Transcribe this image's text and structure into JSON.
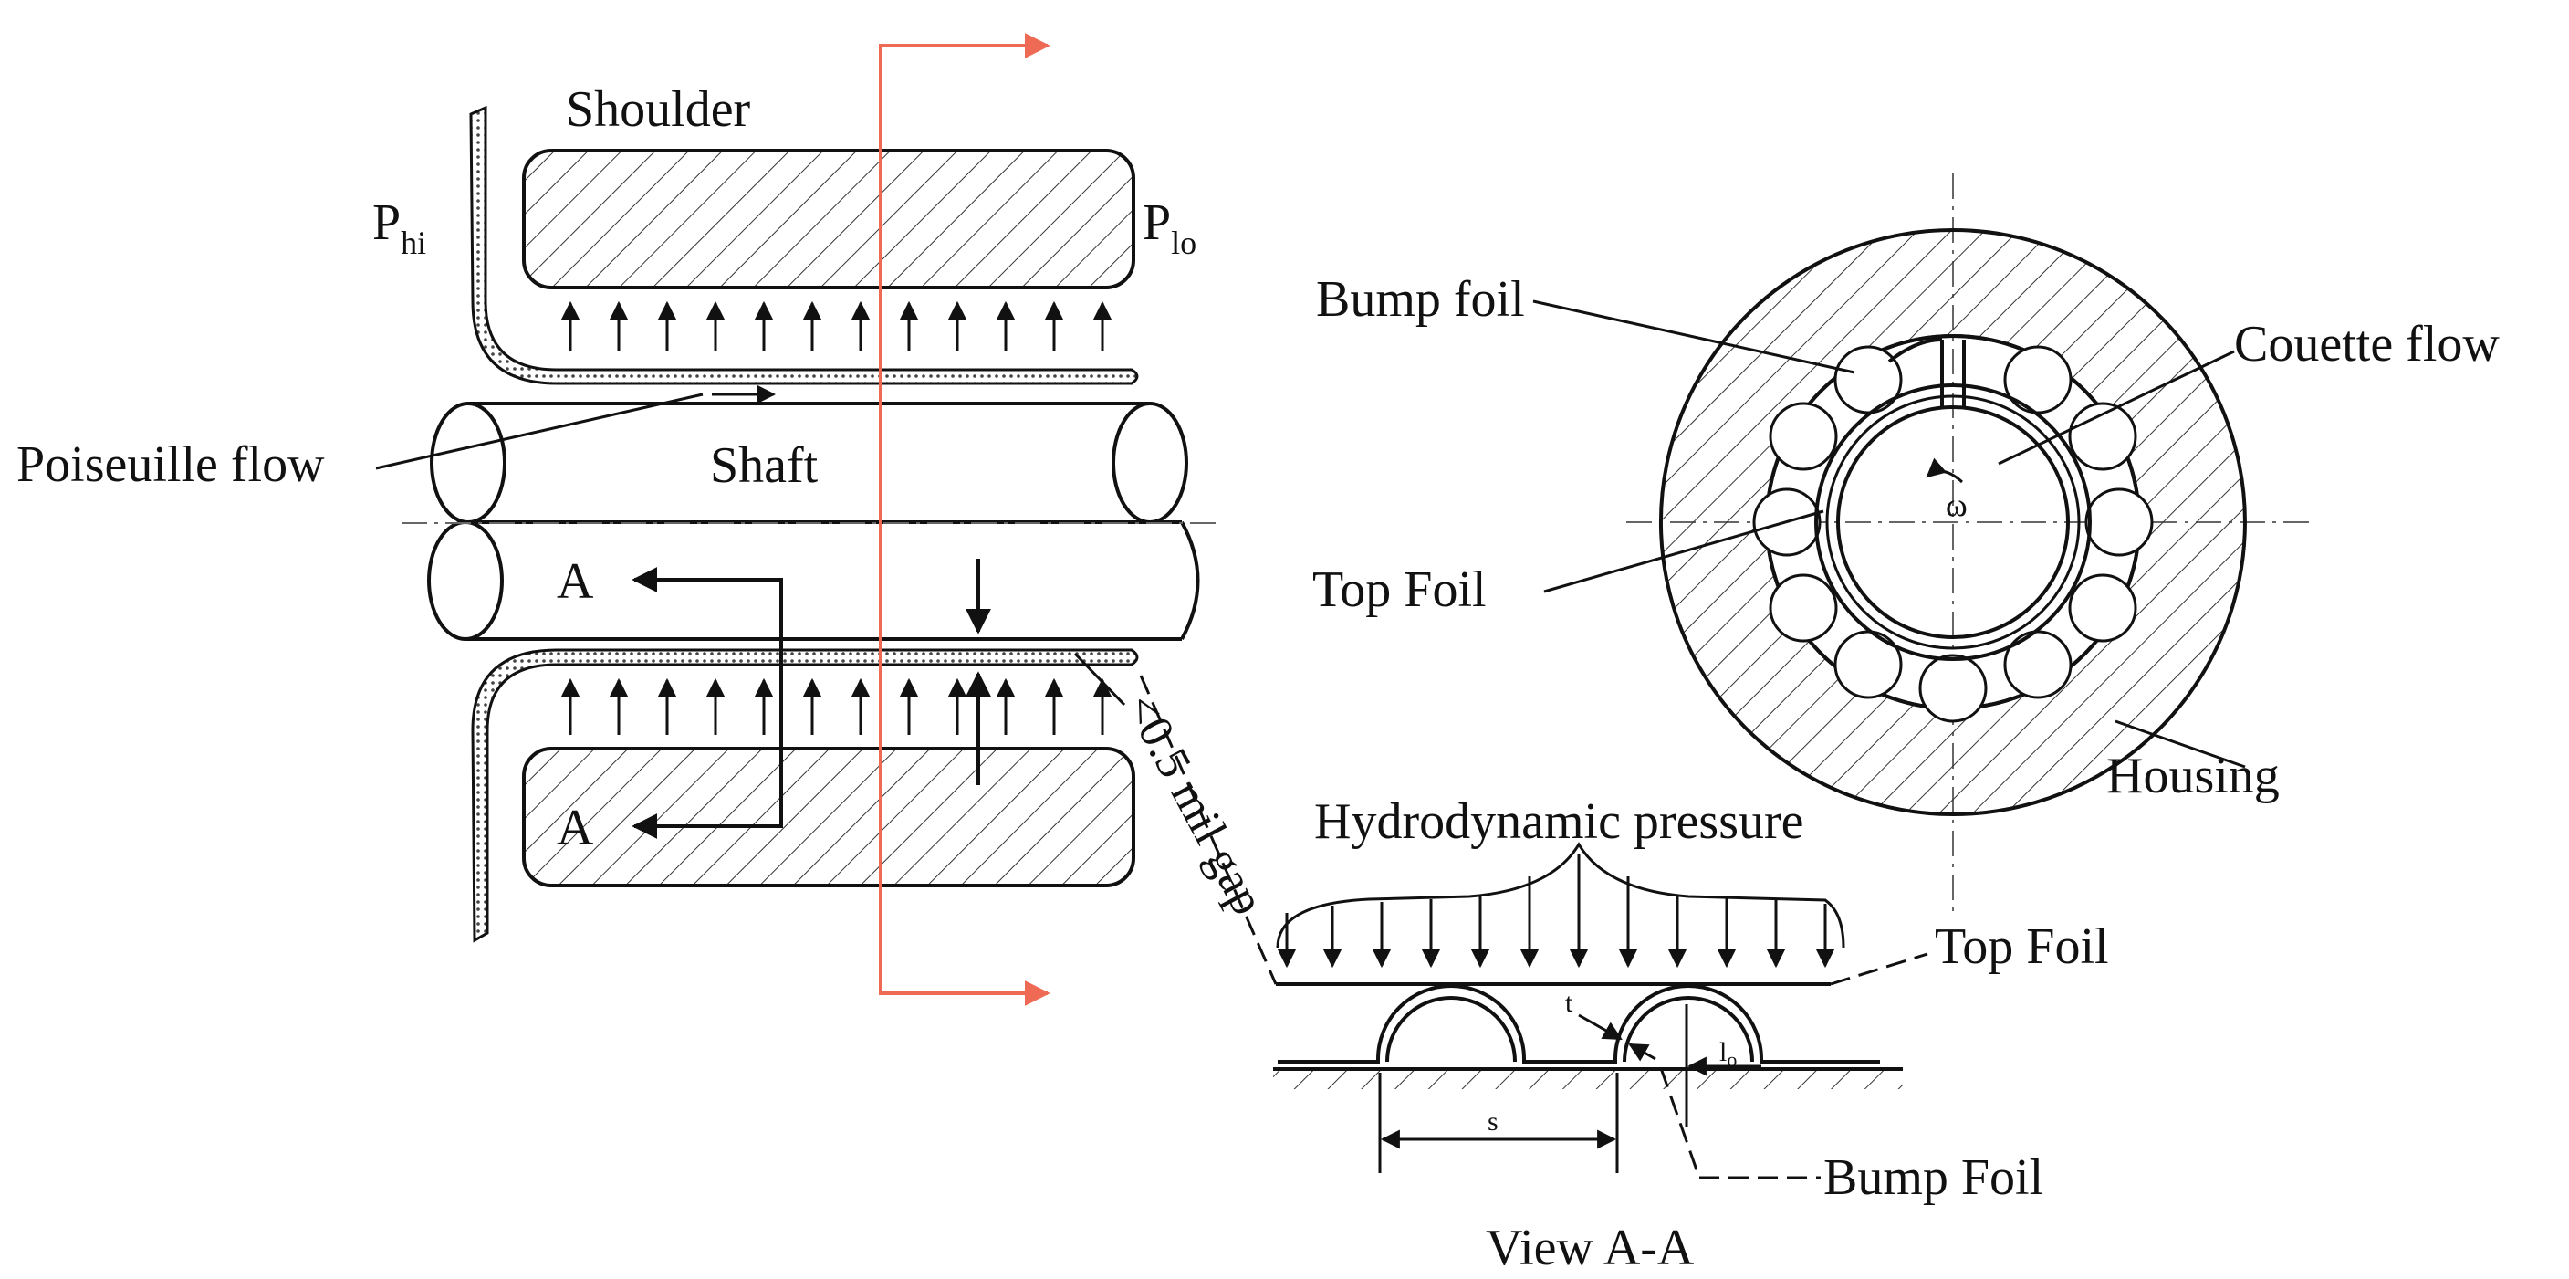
{
  "labels": {
    "shoulder": "Shoulder",
    "p_hi_main": "P",
    "p_hi_sub": "hi",
    "p_lo_main": "P",
    "p_lo_sub": "lo",
    "poiseuille_flow": "Poiseuille flow",
    "shaft": "Shaft",
    "section_a_top": "A",
    "section_a_bottom": "A",
    "gap": "<0.5 mil gap",
    "bump_foil_ring": "Bump foil",
    "couette_flow": "Couette flow",
    "omega": "ω",
    "top_foil_ring": "Top Foil",
    "housing": "Housing",
    "hydrodynamic_pressure": "Hydrodynamic pressure",
    "top_foil_view": "Top Foil",
    "thickness": "t",
    "length_main": "l",
    "length_sub": "o",
    "pitch": "s",
    "bump_foil_view": "Bump Foil",
    "view_title": "View A-A"
  },
  "colors": {
    "cutting_plane": "#ef6a55",
    "line": "#111111",
    "centerline": "#666666"
  }
}
